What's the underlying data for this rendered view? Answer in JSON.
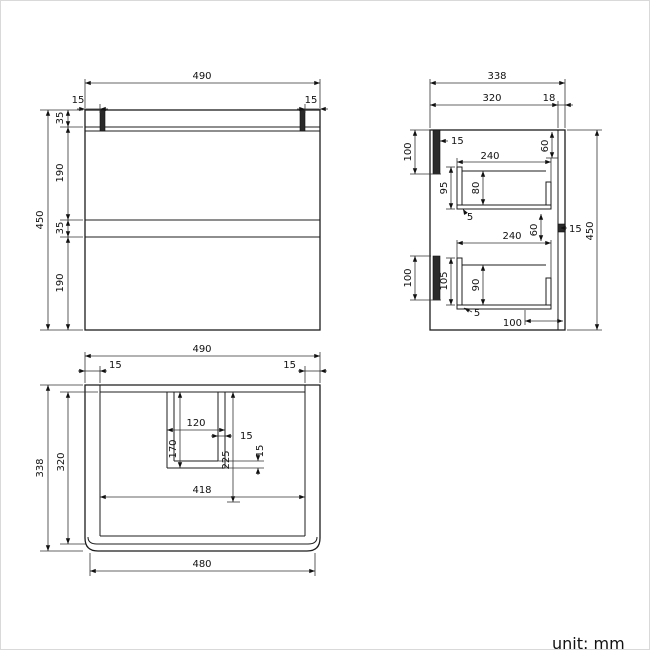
{
  "meta": {
    "unit_label": "unit: mm"
  },
  "front_view": {
    "width": "490",
    "height": "450",
    "left_mount_inset": "15",
    "right_mount_inset": "15",
    "seg_top_rail": "35",
    "seg_drawer1": "190",
    "seg_gap": "35",
    "seg_drawer2": "190"
  },
  "side_view": {
    "overall_depth": "338",
    "body_depth": "320",
    "front_thickness": "18",
    "height": "450",
    "top_bracket_height": "100",
    "top_bracket_thickness": "15",
    "drawer1_length": "240",
    "drawer1_clearance": "60",
    "drawer1_back_height": "95",
    "drawer1_side_height": "80",
    "drawer1_bottom": "5",
    "drawer2_length": "240",
    "drawer2_clearance": "60",
    "drawer2_rail": "15",
    "drawer2_back_height": "105",
    "drawer2_side_height": "90",
    "drawer2_bottom": "5",
    "bottom_recess": "100",
    "bottom_bracket_height": "100"
  },
  "plan_view": {
    "width": "490",
    "left_wall": "15",
    "right_wall": "15",
    "depth": "338",
    "inner_depth": "320",
    "notch_width": "120",
    "notch_depth": "170",
    "mid_depth": "225",
    "notch_wall": "15",
    "notch_lip": "15",
    "inner_width": "418",
    "front_width": "480"
  }
}
